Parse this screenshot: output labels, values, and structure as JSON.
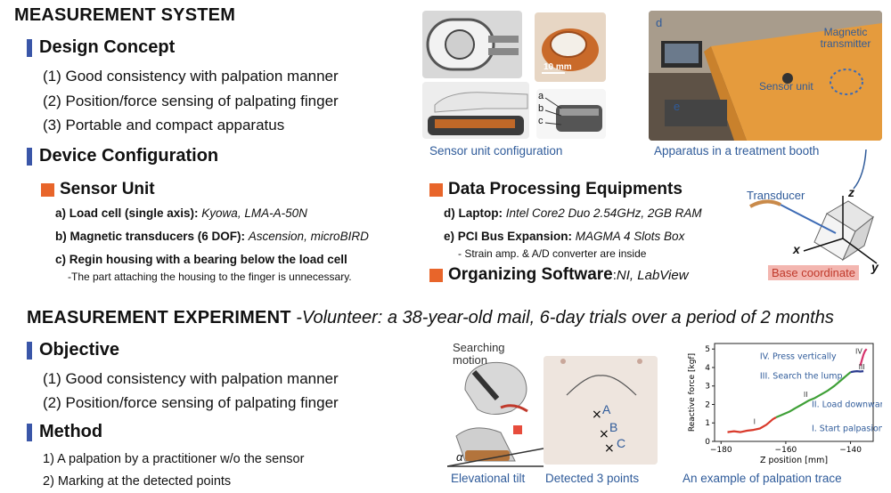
{
  "measurement_system": {
    "title": "MEASUREMENT SYSTEM",
    "design_concept": {
      "heading": "Design Concept",
      "items": [
        "(1) Good consistency with palpation manner",
        "(2) Position/force sensing of palpating finger",
        "(3) Portable and compact apparatus"
      ]
    },
    "device_configuration": {
      "heading": "Device Configuration",
      "sensor_unit": {
        "heading": "Sensor Unit",
        "items": [
          {
            "label": "a) Load cell (single axis): ",
            "detail": "Kyowa, LMA-A-50N"
          },
          {
            "label": "b) Magnetic transducers (6 DOF): ",
            "detail": "Ascension, microBIRD"
          },
          {
            "label": "c) Regin housing with a bearing below the load cell",
            "detail": ""
          }
        ],
        "note": "-The part attaching the housing to the finger is unnecessary."
      },
      "data_processing": {
        "heading": "Data Processing Equipments",
        "items": [
          {
            "label": "d) Laptop: ",
            "detail": "Intel Core2 Duo 2.54GHz, 2GB RAM"
          },
          {
            "label": "e) PCI Bus Expansion: ",
            "detail": "MAGMA 4 Slots Box"
          }
        ],
        "note": "- Strain amp. & A/D converter are inside"
      },
      "software": {
        "heading": "Organizing Software",
        "colon": ": ",
        "detail": "NI, LabView"
      }
    },
    "figures": {
      "sensor_caption": "Sensor unit configuration",
      "scale_label": "10 mm",
      "part_labels": [
        "a",
        "b",
        "c"
      ],
      "apparatus_caption": "Apparatus in a treatment booth",
      "photo_labels": {
        "d": "d",
        "e": "e",
        "sensor_unit": "Sensor unit",
        "magnetic_transmitter": "Magnetic transmitter"
      },
      "coord": {
        "transducer": "Transducer",
        "x": "x",
        "y": "y",
        "z": "z",
        "base": "Base coordinate"
      }
    }
  },
  "measurement_experiment": {
    "title": "MEASUREMENT EXPERIMENT",
    "subtitle": " -Volunteer: a 38-year-old mail, 6-day trials over a period of 2 months",
    "objective": {
      "heading": "Objective",
      "items": [
        "(1) Good consistency with palpation manner",
        "(2) Position/force sensing of palpating finger"
      ]
    },
    "method": {
      "heading": "Method",
      "items": [
        "1) A palpation by a practitioner w/o the sensor",
        "2) Marking at the detected points"
      ]
    },
    "figures": {
      "searching_motion": "Searching motion",
      "alpha": "α",
      "elevational_caption": "Elevational tilt",
      "points": [
        "A",
        "B",
        "C"
      ],
      "detected_caption": "Detected 3 points",
      "trace_caption": "An example of palpation trace"
    }
  },
  "chart_data": {
    "type": "line",
    "xlabel": "Z position [mm]",
    "ylabel": "Reactive force [kgf]",
    "xlim": [
      -182,
      -133
    ],
    "ylim": [
      0,
      5.3
    ],
    "xticks": [
      -180,
      -160,
      -140
    ],
    "yticks": [
      0,
      1,
      2,
      3,
      4,
      5
    ],
    "annotations": [
      {
        "text": "IV. Press vertically",
        "x": -168,
        "y": 4.45
      },
      {
        "text": "III. Search the lump",
        "x": -168,
        "y": 3.4
      },
      {
        "text": "II. Load downward",
        "x": -152,
        "y": 1.85
      },
      {
        "text": "I. Start palpasion",
        "x": -152,
        "y": 0.55
      }
    ],
    "phase_labels": [
      {
        "text": "I",
        "x": -170,
        "y": 0.95
      },
      {
        "text": "II",
        "x": -154.5,
        "y": 2.4
      },
      {
        "text": "III",
        "x": -137.5,
        "y": 3.9
      },
      {
        "text": "IV",
        "x": -138.5,
        "y": 4.75
      }
    ],
    "series": [
      {
        "color": "#d93a2b",
        "x": [
          -178,
          -176,
          -174,
          -172,
          -170,
          -168,
          -166,
          -165,
          -164,
          -163
        ],
        "y": [
          0.5,
          0.55,
          0.5,
          0.58,
          0.62,
          0.7,
          0.9,
          1.05,
          1.2,
          1.3
        ]
      },
      {
        "color": "#3fa037",
        "x": [
          -163,
          -161,
          -159,
          -157,
          -155,
          -153,
          -151,
          -149,
          -147,
          -145,
          -143,
          -141,
          -140
        ],
        "y": [
          1.3,
          1.45,
          1.6,
          1.8,
          2.0,
          2.2,
          2.35,
          2.55,
          2.75,
          3.0,
          3.3,
          3.6,
          3.75
        ]
      },
      {
        "color": "#2b3b8f",
        "x": [
          -140,
          -139,
          -138,
          -137,
          -136
        ],
        "y": [
          3.75,
          3.78,
          3.8,
          3.78,
          3.8
        ]
      },
      {
        "color": "#d6336c",
        "x": [
          -137,
          -136.5,
          -136,
          -135.5,
          -135
        ],
        "y": [
          4.1,
          4.4,
          4.7,
          4.9,
          5.0
        ]
      }
    ]
  }
}
